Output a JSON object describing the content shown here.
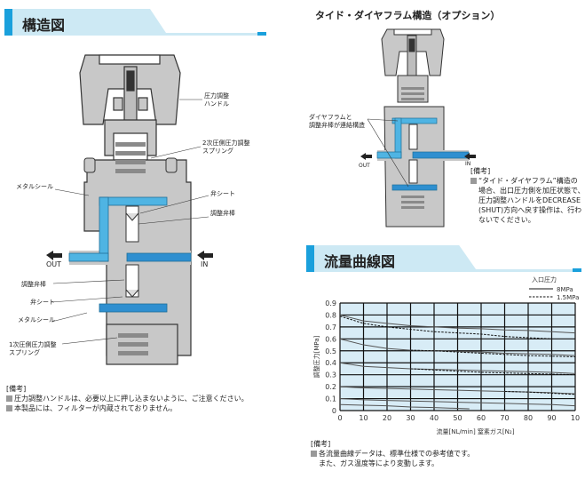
{
  "structure": {
    "title": "構造図",
    "labels": {
      "handle": "圧力調整\nハンドル",
      "secondary_spring": "2次圧側圧力調整\nスプリング",
      "metal_seal_top": "メタルシール",
      "valve_seat_top": "弁シート",
      "valve_stem_top": "調整弁棒",
      "out": "OUT",
      "in": "IN",
      "valve_stem_bottom": "調整弁棒",
      "valve_seat_bottom": "弁シート",
      "metal_seal_bottom": "メタルシール",
      "primary_spring": "1次圧側圧力調整\nスプリング"
    },
    "notes_heading": "[備考]",
    "notes": [
      "圧力調整ハンドルは、必要以上に押し込まないように、ご注意ください。",
      "本製品には、フィルターが内蔵されておりません。"
    ]
  },
  "option": {
    "title": "タイド・ダイヤフラム構造（オプション）",
    "label": "ダイヤフラムと\n調整弁棒が連結構造",
    "out": "OUT",
    "in": "IN",
    "notes_heading": "[備考]",
    "note": "“タイド・ダイヤフラム”構造の\n場合、出口圧力側を加圧状態で、\n圧力調整ハンドルをDECREASE\n(SHUT)方向へ戻す操作は、行わ\nないでください。"
  },
  "flow": {
    "title": "流量曲線図",
    "notes_heading": "[備考]",
    "note": "各流量曲線データは、標準仕様での参考値です。\nまた、ガス温度等により変動します。"
  },
  "colors": {
    "accent": "#1aa0dc",
    "band": "#cde9f4",
    "plot_bg": "#d8ecf6",
    "body": "#c8c8c8",
    "channel": "#4fb4e3"
  },
  "chart_data": {
    "type": "line",
    "title": "",
    "xlabel": "流量[NL/min]  窒素ガス[N₂]",
    "ylabel": "調整圧力[MPa]",
    "xlim": [
      0,
      100
    ],
    "ylim": [
      0,
      0.9
    ],
    "xticks": [
      "0",
      "10",
      "20",
      "30",
      "40",
      "50",
      "60",
      "70",
      "80",
      "90",
      "10"
    ],
    "yticks": [
      "0",
      "0.1",
      "0.2",
      "0.3",
      "0.4",
      "0.5",
      "0.6",
      "0.7",
      "0.8",
      "0.9"
    ],
    "grid": true,
    "legend_title": "入口圧力",
    "legend_position": "top-right",
    "series": [
      {
        "name": "8MPa",
        "style": "solid",
        "x": [
          0,
          10,
          20,
          30,
          40,
          50,
          60,
          70,
          80,
          90,
          100
        ],
        "y": [
          0.8,
          0.75,
          0.73,
          0.71,
          0.7,
          0.69,
          0.685,
          0.675,
          0.67,
          0.66,
          0.65
        ]
      },
      {
        "name": "1.5MPa",
        "style": "dashed",
        "x": [
          0,
          10,
          20,
          30,
          40,
          50,
          60,
          70,
          80,
          90
        ],
        "y": [
          0.79,
          0.73,
          0.7,
          0.68,
          0.66,
          0.65,
          0.64,
          0.62,
          0.61,
          0.6
        ]
      },
      {
        "name": "8MPa",
        "style": "solid",
        "x": [
          0,
          10,
          20,
          30,
          40,
          50,
          60,
          70,
          80,
          90,
          100
        ],
        "y": [
          0.6,
          0.55,
          0.52,
          0.505,
          0.5,
          0.495,
          0.49,
          0.48,
          0.475,
          0.47,
          0.46
        ]
      },
      {
        "name": "1.5MPa",
        "style": "dashed",
        "x": [
          30,
          40,
          50,
          60,
          70,
          80,
          90,
          100
        ],
        "y": [
          0.505,
          0.5,
          0.49,
          0.48,
          0.47,
          0.46,
          0.455,
          0.45
        ]
      },
      {
        "name": "8MPa",
        "style": "solid",
        "x": [
          0,
          10,
          20,
          30,
          40,
          50,
          60,
          70,
          80,
          90,
          100
        ],
        "y": [
          0.4,
          0.37,
          0.36,
          0.35,
          0.345,
          0.34,
          0.335,
          0.33,
          0.325,
          0.32,
          0.31
        ]
      },
      {
        "name": "1.5MPa",
        "style": "dashed",
        "x": [
          30,
          40,
          50,
          60,
          70,
          80,
          90,
          100
        ],
        "y": [
          0.35,
          0.34,
          0.33,
          0.32,
          0.315,
          0.31,
          0.305,
          0.3
        ]
      },
      {
        "name": "8MPa",
        "style": "solid",
        "x": [
          0,
          10,
          20,
          30,
          40,
          50,
          60,
          70,
          80,
          90,
          100
        ],
        "y": [
          0.2,
          0.19,
          0.185,
          0.18,
          0.175,
          0.17,
          0.165,
          0.16,
          0.155,
          0.15,
          0.14
        ]
      },
      {
        "name": "1.5MPa",
        "style": "dashed",
        "x": [
          70,
          80,
          90,
          100
        ],
        "y": [
          0.16,
          0.155,
          0.145,
          0.135
        ]
      },
      {
        "name": "8MPa",
        "style": "solid",
        "x": [
          0,
          10,
          20,
          30,
          40,
          50,
          60,
          70,
          80,
          90,
          100
        ],
        "y": [
          0.1,
          0.09,
          0.085,
          0.08,
          0.075,
          0.07,
          0.065,
          0.06,
          0.055,
          0.05,
          0.04
        ]
      },
      {
        "name": "8MPa",
        "style": "solid",
        "x": [
          0,
          10,
          20,
          30,
          40,
          55
        ],
        "y": [
          0.05,
          0.045,
          0.04,
          0.03,
          0.025,
          0.015
        ]
      }
    ]
  }
}
